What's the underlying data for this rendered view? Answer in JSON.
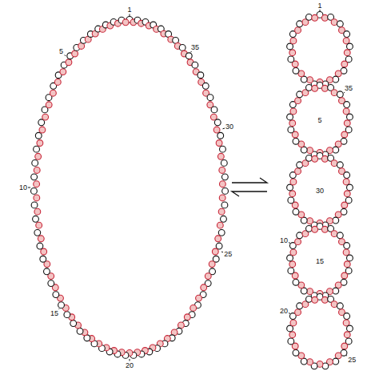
{
  "diagram": {
    "labels": [
      "1",
      "5",
      "10",
      "15",
      "20",
      "25",
      "30",
      "35",
      "1",
      "35",
      "5",
      "30",
      "10",
      "15",
      "20",
      "25"
    ]
  }
}
